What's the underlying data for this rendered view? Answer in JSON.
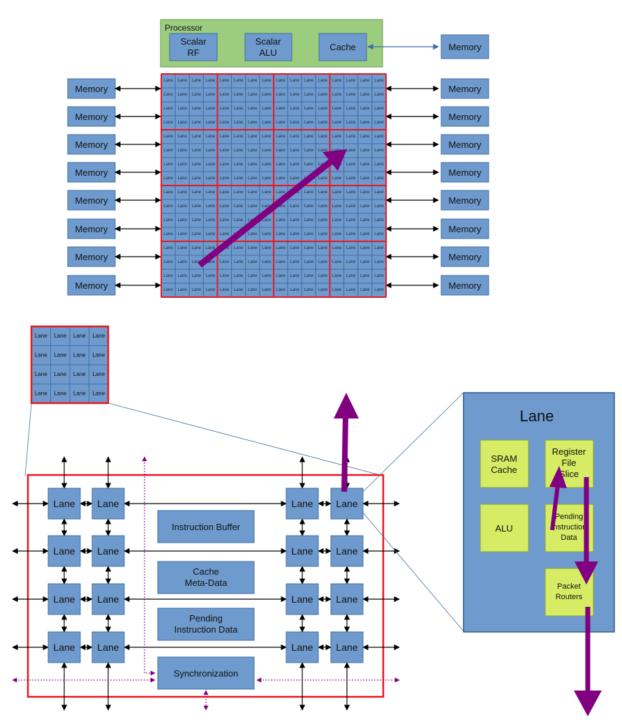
{
  "processor": {
    "title": "Processor",
    "scalar_rf": [
      "Scalar",
      "RF"
    ],
    "scalar_alu": [
      "Scalar",
      "ALU"
    ],
    "cache": "Cache"
  },
  "memory_label": "Memory",
  "lane_label": "Lane",
  "tile": {
    "instruction_buffer": "Instruction Buffer",
    "cache_meta": [
      "Cache",
      "Meta-Data"
    ],
    "pending_instruction": [
      "Pending",
      "Instruction Data"
    ],
    "synchronization": "Synchronization"
  },
  "lane_detail": {
    "title": "Lane",
    "sram_cache": [
      "SRAM",
      "Cache"
    ],
    "register_file": [
      "Register",
      "File",
      "Slice"
    ],
    "alu": "ALU",
    "pending": [
      "Pending",
      "Instruction",
      "Data"
    ],
    "packet_routers": [
      "Packet",
      "Routers"
    ]
  },
  "colors": {
    "box_blue": "#6f9acd",
    "processor_green": "#9ccc7e",
    "component_lime": "#d6ec64",
    "tile_border_red": "#e8161e",
    "flow_purple": "#800080"
  }
}
